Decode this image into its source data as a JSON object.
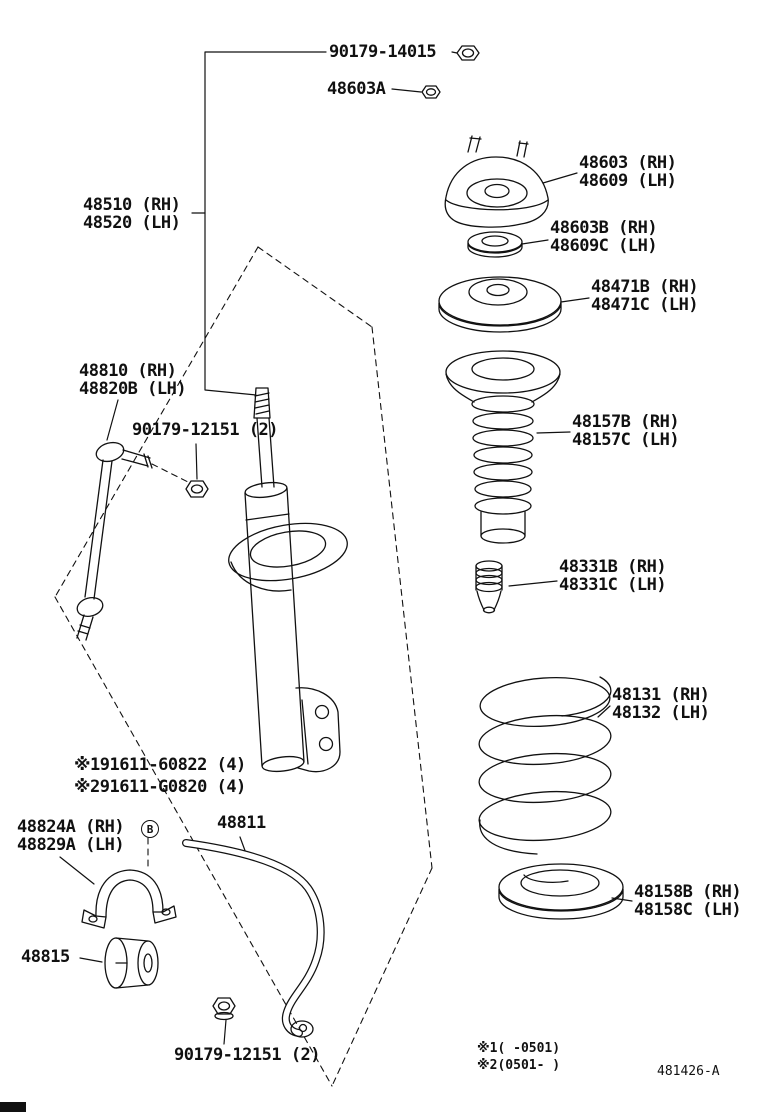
{
  "diagram": {
    "code": "481426-A",
    "footnotes": [
      "※1(  -0501)",
      "※2(0501-  )"
    ]
  },
  "parts": {
    "top_nut": {
      "number": "90179-14015"
    },
    "mount_nut": {
      "number": "48603A"
    },
    "support": {
      "rh": "48603 (RH)",
      "lh": "48609 (LH)"
    },
    "absorber": {
      "rh": "48510 (RH)",
      "lh": "48520 (LH)"
    },
    "bearing": {
      "rh": "48603B (RH)",
      "lh": "48609C (LH)"
    },
    "upper_seat": {
      "rh": "48471B (RH)",
      "lh": "48471C (LH)"
    },
    "stabilizer_link": {
      "rh": "48810 (RH)",
      "lh": "48820B (LH)"
    },
    "link_nut": {
      "number": "90179-12151 (2)"
    },
    "dust_boot": {
      "rh": "48157B (RH)",
      "lh": "48157C (LH)"
    },
    "bump_stop": {
      "rh": "48331B (RH)",
      "lh": "48331C (LH)"
    },
    "coil_spring": {
      "rh": "48131 (RH)",
      "lh": "48132 (LH)"
    },
    "bolt_spec_1": {
      "number": "※191611-60822 (4)"
    },
    "bolt_spec_2": {
      "number": "※291611-G0820 (4)"
    },
    "bracket": {
      "rh": "48824A (RH)",
      "lh": "48829A (LH)",
      "marker": "B"
    },
    "stabilizer_bar": {
      "number": "48811"
    },
    "lower_insulator": {
      "rh": "48158B (RH)",
      "lh": "48158C (LH)"
    },
    "bushing": {
      "number": "48815"
    },
    "bar_nut": {
      "number": "90179-12151 (2)"
    }
  }
}
